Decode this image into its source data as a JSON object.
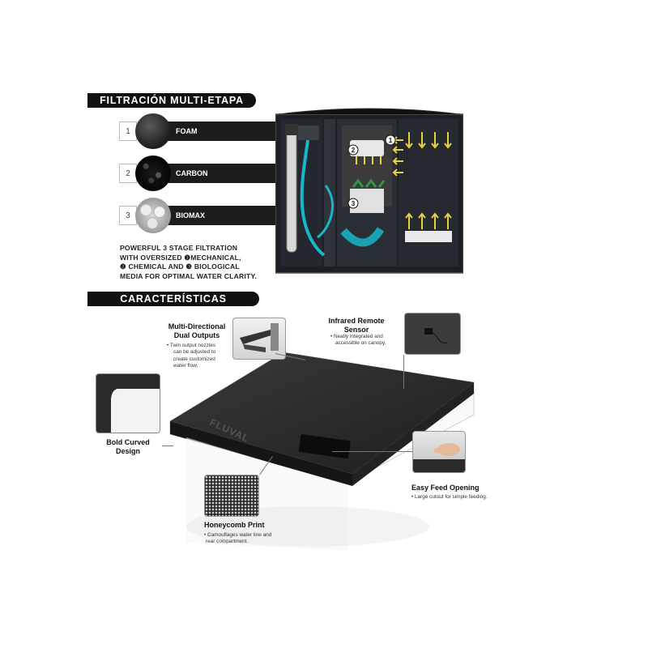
{
  "filtration": {
    "header": "FILTRACIÓN MULTI-ETAPA",
    "stages": [
      {
        "number": "1",
        "label": "FOAM"
      },
      {
        "number": "2",
        "label": "CARBON"
      },
      {
        "number": "3",
        "label": "BIOMAX"
      }
    ],
    "description": [
      "POWERFUL 3 STAGE FILTRATION",
      "WITH OVERSIZED ❶MECHANICAL,",
      "❷ CHEMICAL AND ❸ BIOLOGICAL",
      "MEDIA FOR OPTIMAL WATER CLARITY."
    ],
    "diagram_markers": [
      "1",
      "2",
      "3"
    ]
  },
  "features": {
    "header": "CARACTERÍSTICAS",
    "brand_logo": "FLUVAL",
    "items": [
      {
        "title_lines": [
          "Multi-Directional",
          "Dual Outputs"
        ],
        "bullets": [
          "Twin output nozzles",
          "can be adjusted to",
          "create customized",
          "water flow."
        ]
      },
      {
        "title_lines": [
          "Infrared Remote",
          "Sensor"
        ],
        "bullets": [
          "Neatly integrated and",
          "accessible on canopy."
        ]
      },
      {
        "title_lines": [
          "Bold Curved",
          "Design"
        ],
        "bullets": []
      },
      {
        "title_lines": [
          "Easy Feed Opening"
        ],
        "bullets": [
          "Large cutout for simple feeding."
        ]
      },
      {
        "title_lines": [
          "Honeycomb Print"
        ],
        "bullets": [
          "Camouflages water line and",
          "rear compartment."
        ]
      }
    ]
  },
  "colors": {
    "bar": "#111111",
    "canopy": "#2b2b2b",
    "water": "#19b6c9",
    "flow_arrows": "#e8d23a"
  }
}
